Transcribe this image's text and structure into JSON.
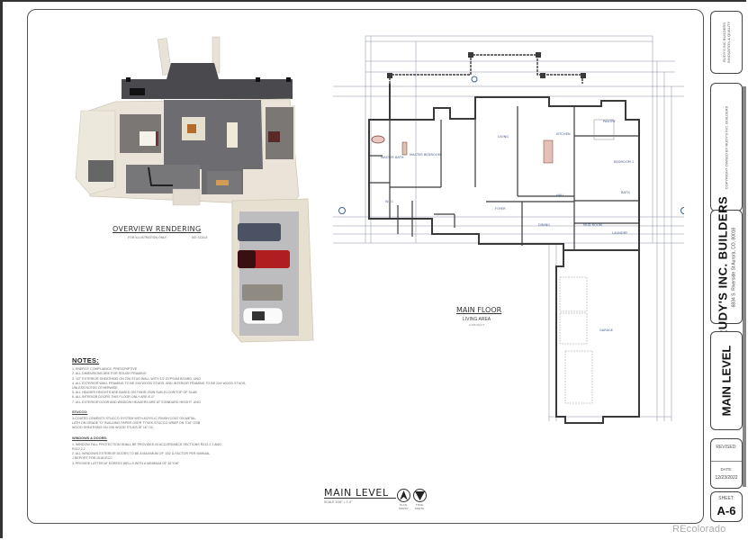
{
  "sheet": {
    "watermark": "REcolorado",
    "builder": {
      "name": "RUDY'S INC. BUILDERS",
      "address": "6834 S. Riverside St Aurora, CO, 80016"
    },
    "logo_block": {
      "lines": [
        "RUDY'S INC BUILDERS",
        "INNOVATION & QUALITY"
      ]
    },
    "copyright_text": "COPYRIGHT OWNED BY RUDY'S INC. BUILDERS",
    "level_name": "MAIN LEVEL",
    "revised_label": "REVISED:",
    "date_label": "DATE:",
    "date_value": "12/23/2022",
    "sheet_label": "SHEET:",
    "sheet_number": "A-6"
  },
  "overview": {
    "title": "OVERVIEW RENDERING",
    "sub_left": "FOR ILLUSTRATION ONLY",
    "sub_right": "NO SCALE"
  },
  "notes": {
    "heading": "NOTES:",
    "items": [
      "1. ENERGY COMPLIANCE: PRESCRIPTIVE",
      "2. ALL DIMENSIONS ARE FOR ROUGH FRAMING",
      "3. 1/2\" EXTERIOR SHEATHING ON 2X6 STUD WALL WITH 1/2 GYPSUM BOARD, UNO",
      "4. ALL EXTERIOR WALL FRAMING TO BE 2X6 WOOD STUDS, AND INTERIOR FRAMING TO BE 2X4 WOOD STUDS,",
      "    UNLESS NOTED OTHERWISE",
      "5. ALL HEADER HEIGHTS ARE BASED ON THEIR OWN SUB-FLOOR/TOP OF SLAB",
      "6. ALL INTERIOR DOORS THIS FLOOR ONLY ARE 8'-0\"",
      "7. ALL EXTERIOR DOOR AND WINDOW HEADERS ARE AT STANDARD HEIGHT, UNO"
    ],
    "stucco_heading": "STUCCO:",
    "stucco_items": [
      "3-COATED CEMENTS STUCCO SYSTEM WITH ACRYLIC FINISH COAT ON METAL",
      "LATH ON GRADE \"D\" BUILDING PAPER OVER TYVEK STUCCO WRAP ON 7/16\" OSB",
      "WOOD SHEATHING ON 2X6 WOOD STUDS AT 16\" OC"
    ],
    "windows_heading": "WINDOWS & DOORS:",
    "windows_items": [
      "1. WINDOW FALL PROTECTION SHALL BE PROVIDED IN ACCORDANCE SECTIONS R312.2.1 AND",
      "    R312.2.2",
      "2. ALL WINDOWS EXTERIOR DOORS TO BE A MAXIMUM OF .032 U-FACTOR PER MANUAL",
      "    J REPORT FOR 2018 IECC",
      "3. PROVIDE LATTER AT EGRESS WELLS WITH A MINIMUM OF 36\"X36\""
    ]
  },
  "main_level": {
    "title": "MAIN LEVEL",
    "scale": "SCALE 3/16\" = 1'-0\"",
    "north_plan": "PLAN NORTH",
    "north_true": "TRUE NORTH"
  },
  "main_floor": {
    "title": "MAIN FLOOR",
    "subtitle": "LIVING AREA",
    "area": "2,165 SQ FT"
  },
  "rooms": [
    {
      "name": "MASTER BATH"
    },
    {
      "name": "MASTER BEDROOM"
    },
    {
      "name": "LIVING"
    },
    {
      "name": "KITCHEN"
    },
    {
      "name": "PANTRY"
    },
    {
      "name": "BEDROOM 1"
    },
    {
      "name": "W.I.C"
    },
    {
      "name": "FOYER"
    },
    {
      "name": "HALL"
    },
    {
      "name": "BATH"
    },
    {
      "name": "DINING"
    },
    {
      "name": "MUD ROOM"
    },
    {
      "name": "LAUNDRY"
    },
    {
      "name": "GARAGE"
    }
  ],
  "colors": {
    "wall": "#3a3a3a",
    "floor_render": "#6f6f73",
    "room_label": "#4a5f8a",
    "car_red": "#b01e22",
    "car_blue": "#4a5263"
  }
}
